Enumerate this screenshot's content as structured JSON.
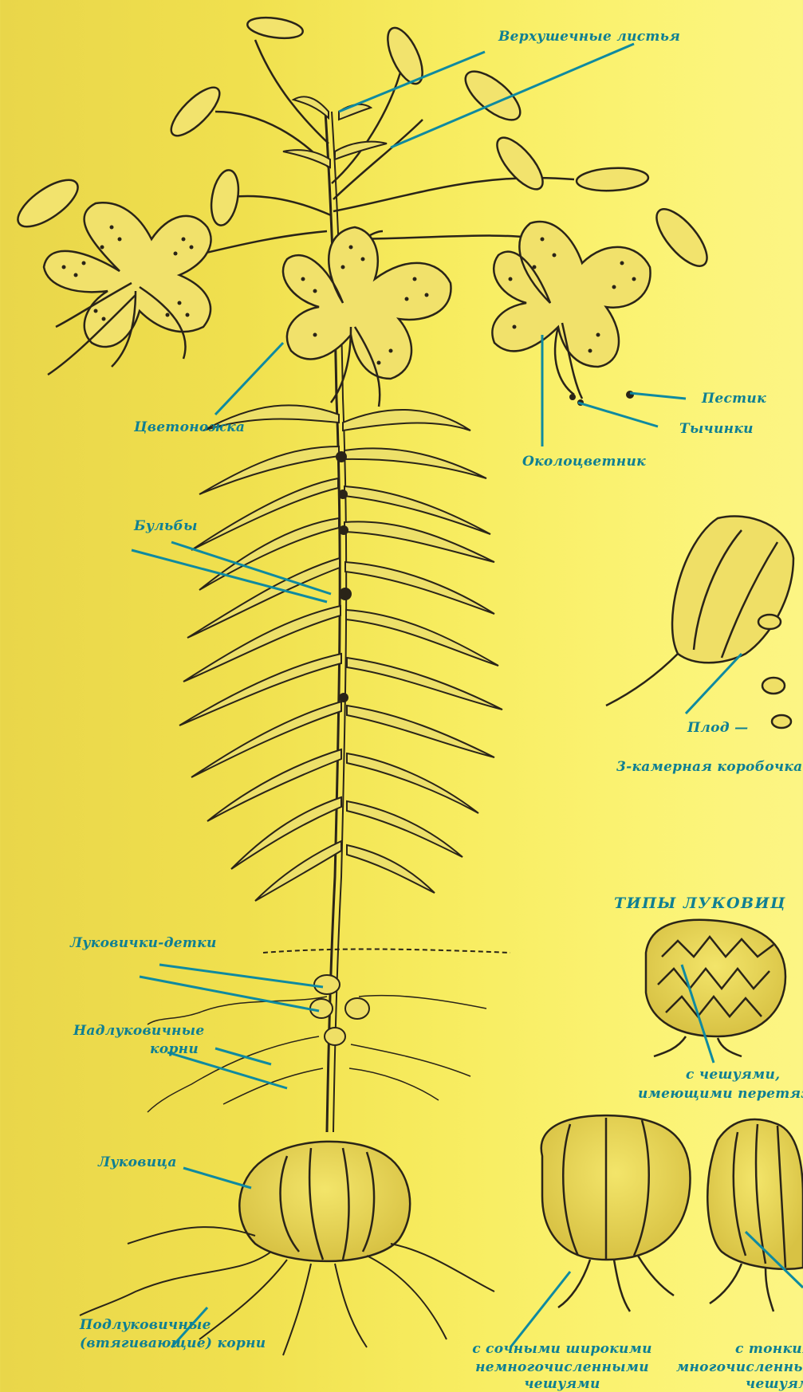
{
  "labels": {
    "apical_leaves": "Верхушечные листья",
    "pedicel": "Цветоножка",
    "pistil": "Пестик",
    "stamens": "Тычинки",
    "perianth": "Околоцветник",
    "bulbils": "Бульбы",
    "fruit_line1": "Плод —",
    "fruit_line2": "3-камерная коробочка",
    "bulbs_heading": "ТИПЫ ЛУКОВИЦ",
    "daughter_bulbs": "Луковички-детки",
    "stem_roots_line1": "Надлуковичные",
    "stem_roots_line2": "корни",
    "bulb": "Луковица",
    "contractile_roots_line1": "Подлуковичные",
    "contractile_roots_line2": "(втягивающие) корни",
    "scaly_bulb_line1": "с чешуями,",
    "scaly_bulb_line2": "имеющими перетяжки",
    "broad_scales_line1": "с сочными широкими",
    "broad_scales_line2": "немногочисленными",
    "broad_scales_line3": "чешуями",
    "thin_scales_line1": "с тонкими",
    "thin_scales_line2": "многочисленными",
    "thin_scales_line3": "чешуями"
  },
  "colors": {
    "label_text": "#0f7f93",
    "leader_line": "#0f8aa0",
    "ink": "#2a2418",
    "background_left": "#e9d64a",
    "background_right": "#fcf584"
  }
}
